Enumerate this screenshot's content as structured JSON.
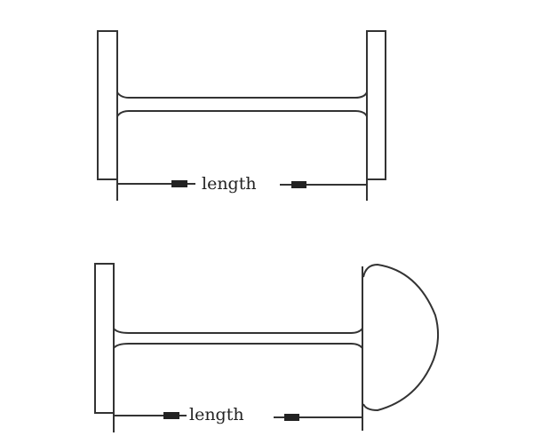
{
  "diagrams": [
    {
      "name": "double-plate-end",
      "dimension_label": "length"
    },
    {
      "name": "plate-and-dome-end",
      "dimension_label": "length"
    }
  ],
  "colors": {
    "line": "#333333",
    "background": "#ffffff"
  }
}
